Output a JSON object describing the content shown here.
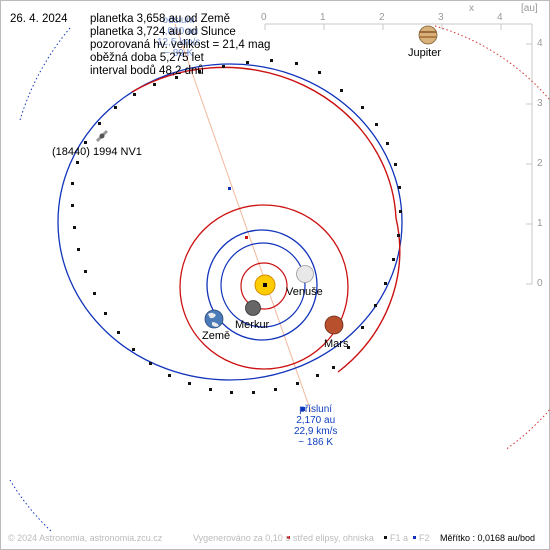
{
  "date": "26. 4. 2024",
  "info": {
    "line1": "planetka 3,658 au od Země",
    "line2": "planetka 3,724 au od Slunce",
    "line3": "pozorovaná hv. velikost = 21,4 mag",
    "line4": "oběžná doba 5,275 let",
    "line5": "interval bodů 48,2 dnů"
  },
  "overlap_text": {
    "a": "odsluní",
    "b": "4,000 au",
    "c": "12,5 km/s",
    "d": "~ 89 K"
  },
  "asteroid_label": "(18440) 1994 NV1",
  "bodies": {
    "jupiter": "Jupiter",
    "venus": "Venuše",
    "earth": "Země",
    "mercury": "Merkur",
    "mars": "Mars"
  },
  "perihelion": {
    "title": "přísluní",
    "distance": "2,170 au",
    "speed": "22,9 km/s",
    "temp": "~ 186 K"
  },
  "axes": {
    "x_name": "x",
    "unit": "[au]",
    "x_ticks": [
      "0",
      "1",
      "2",
      "3",
      "4"
    ],
    "y_ticks": [
      "4",
      "3",
      "2",
      "1",
      "0"
    ]
  },
  "footer": {
    "copyright": "© 2024 Astronomia, astronomia.zcu.cz",
    "generated": "Vygenerováno za 0,10 s",
    "legend_center": "střed elipsy, ohniska",
    "legend_f1": "F1 a",
    "legend_f2": "F2",
    "scale": "Měřítko : 0,0168 au/bod"
  },
  "colors": {
    "asteroid_orbit": "#cc1111",
    "earth_orbit": "#1133bb",
    "apsis_line": "#f2b89a",
    "sun": "#ffcc00"
  }
}
